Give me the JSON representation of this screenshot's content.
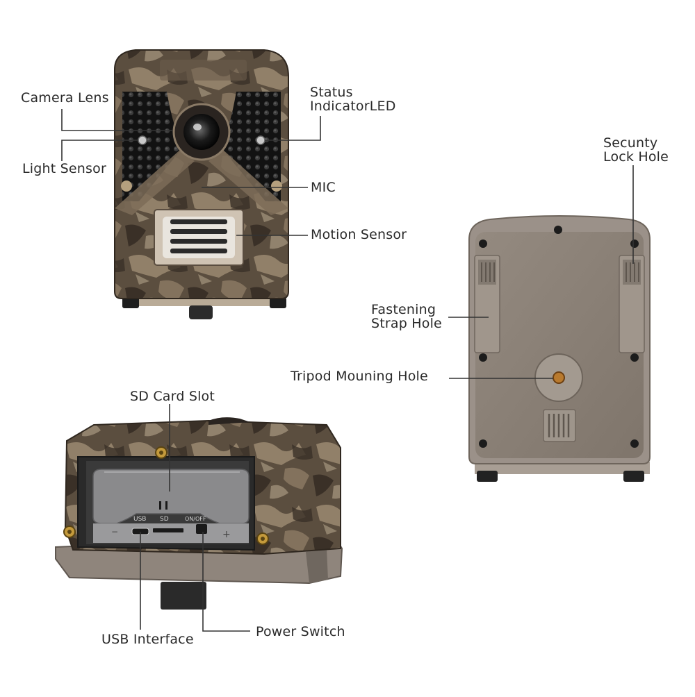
{
  "labels": {
    "camera_lens": "Camera Lens",
    "light_sensor": "Light Sensor",
    "status_indicator": [
      "Status",
      "IndicatorLED"
    ],
    "mic": "MIC",
    "motion_sensor": "Motion Sensor",
    "security_lock_hole": [
      "Secunty",
      "Lock Hole"
    ],
    "fastening_strap_hole": [
      "Fastening",
      "Strap Hole"
    ],
    "tripod_mounting_hole": "Tripod Mouning Hole",
    "sd_card_slot": "SD Card Slot",
    "usb_interface": "USB Interface",
    "power_switch": "Power Switch"
  },
  "port_marks": {
    "usb": "USB",
    "sd": "SD",
    "switch": "ON/OFF",
    "minus": "−",
    "plus": "+"
  },
  "colors": {
    "camo_base": "#5b4e3f",
    "camo_dark": "#3a3027",
    "camo_light": "#a39077",
    "back_plastic": "#8a7f75",
    "back_frame": "#9b9189",
    "leader_line": "#333333"
  }
}
